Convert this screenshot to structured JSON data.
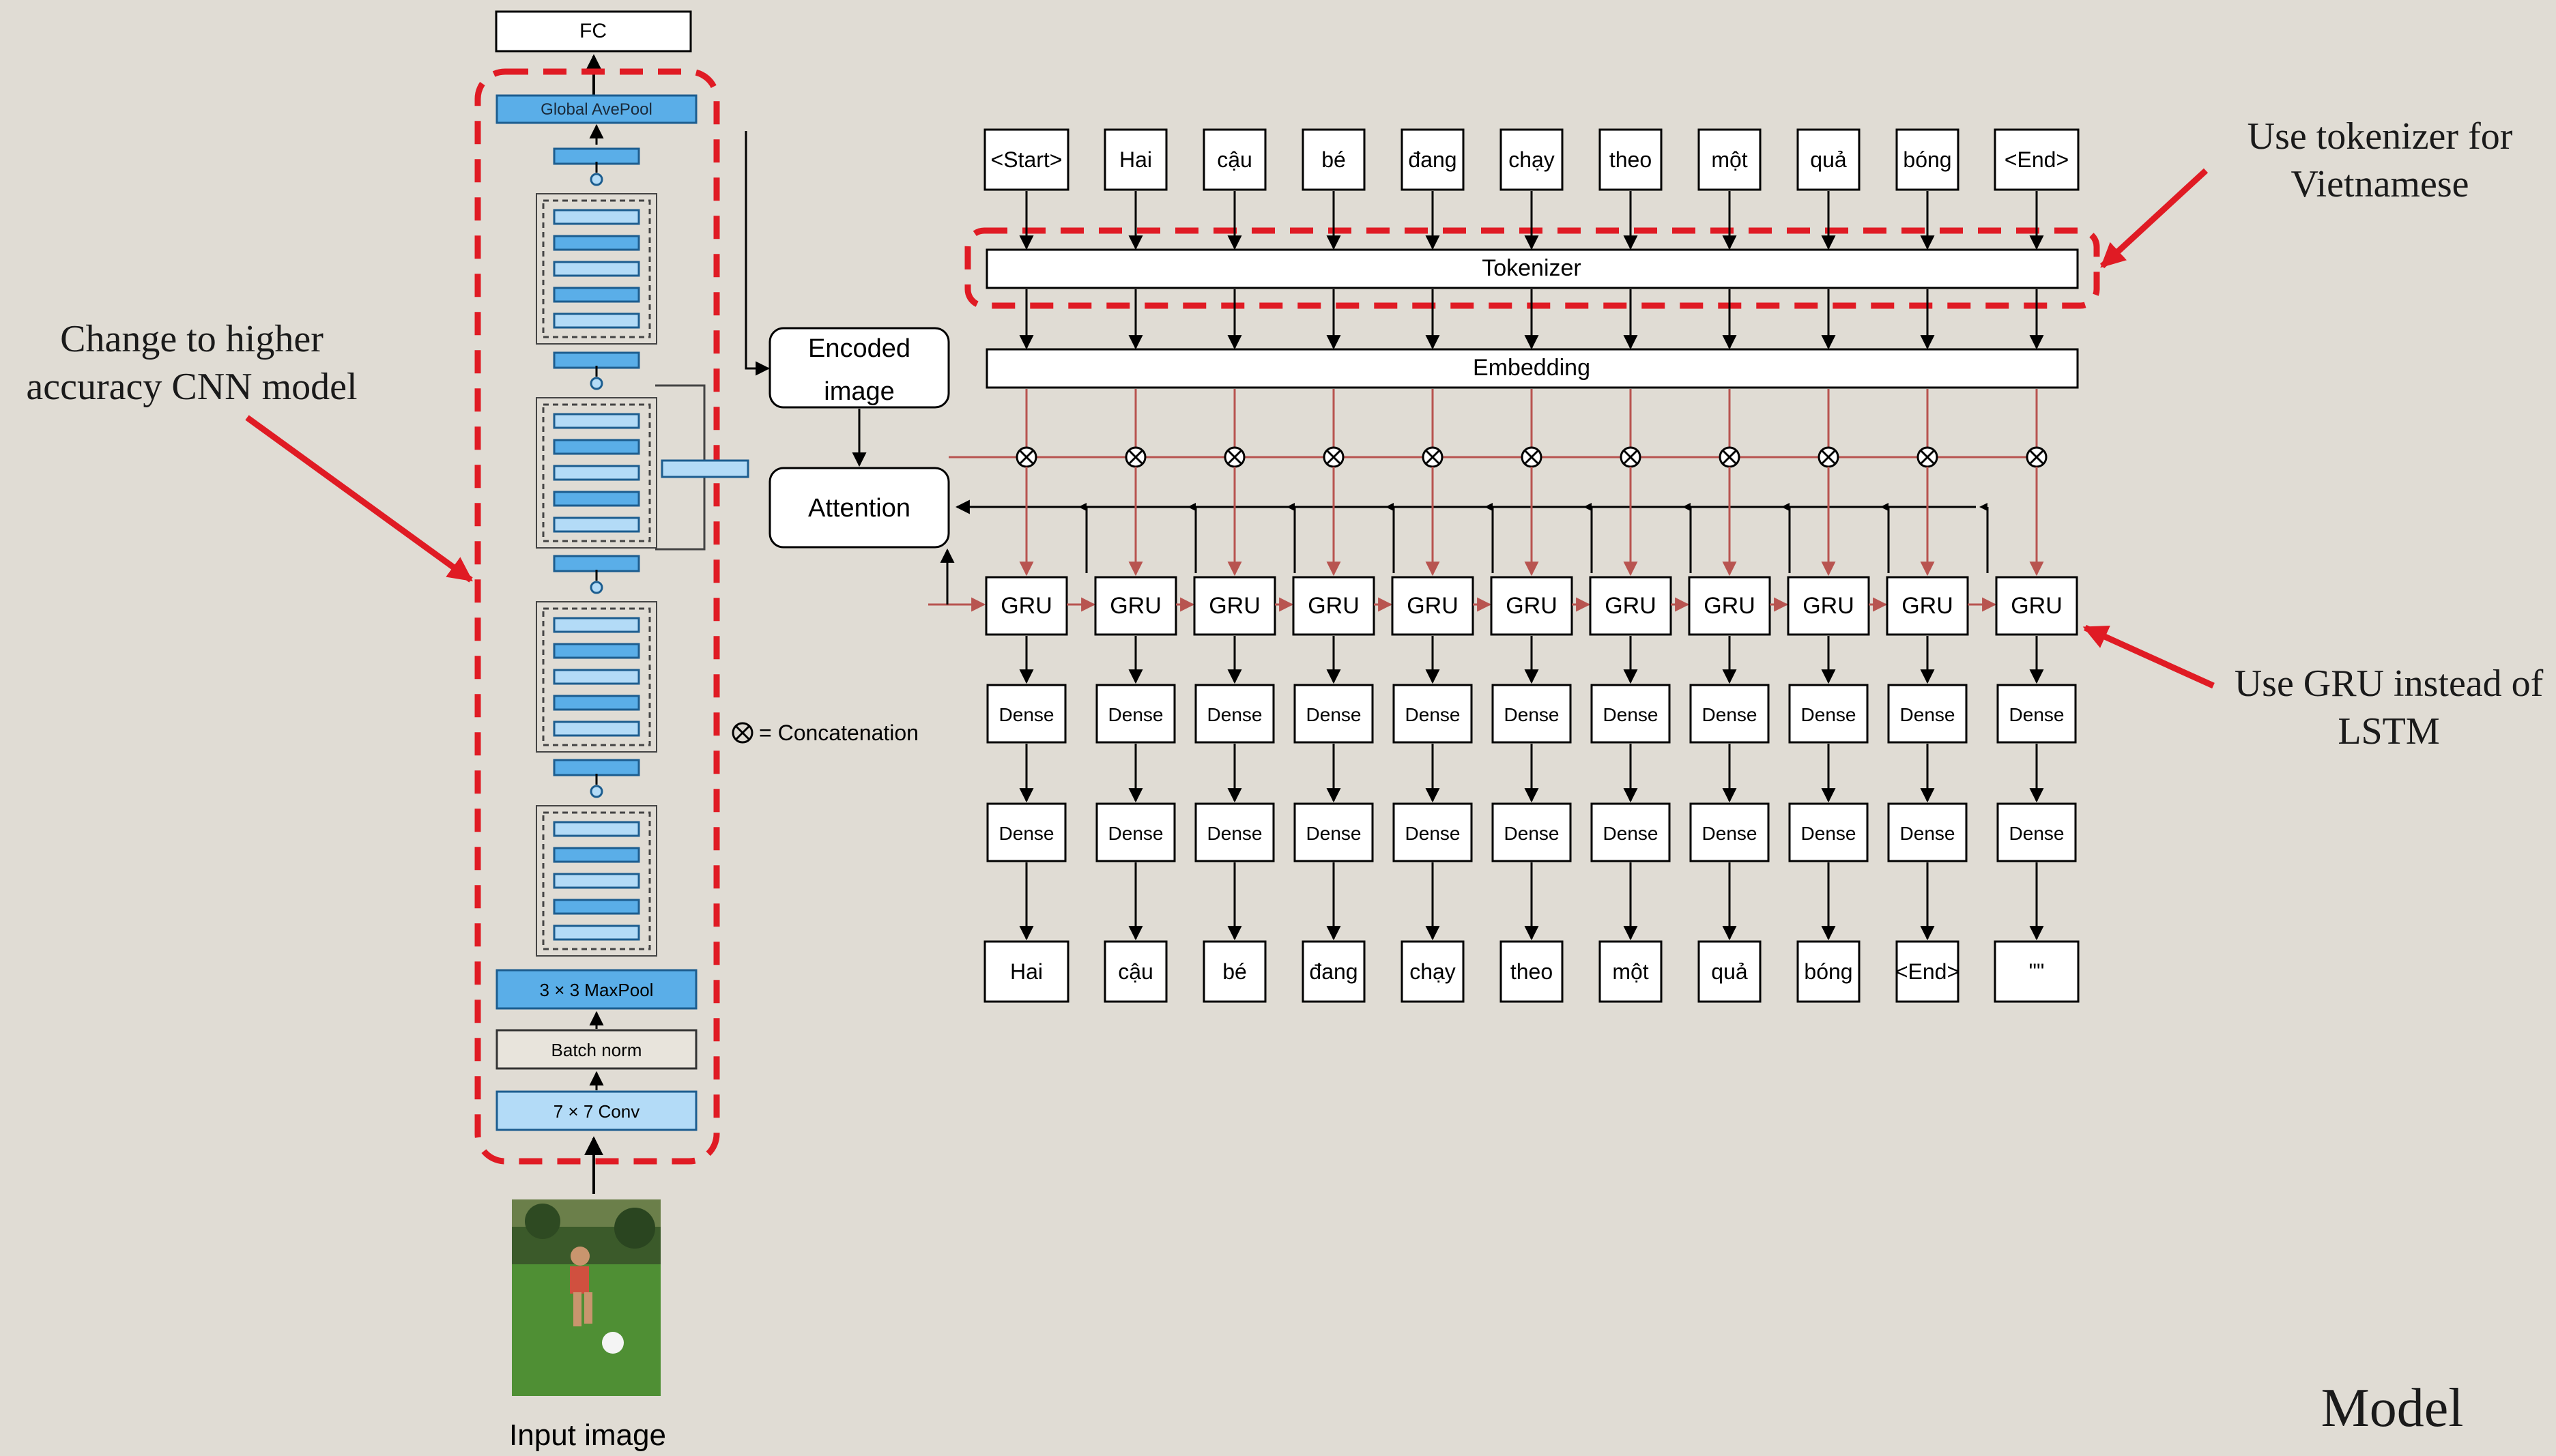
{
  "colors": {
    "background": "#e0dcd4",
    "annotation_red": "#e01b24",
    "attention_red": "#b85450",
    "block_blue": "#5aaee8",
    "block_light_blue": "#b3dbf7",
    "line_black": "#000000"
  },
  "cnn": {
    "fc": "FC",
    "global_pool": "Global AvePool",
    "maxpool": "3 × 3 MaxPool",
    "batch_norm": "Batch norm",
    "conv": "7 × 7 Conv",
    "input_caption": "Input image"
  },
  "encoded_image": [
    "Encoded",
    "image"
  ],
  "attention": "Attention",
  "tokenizer": "Tokenizer",
  "embedding": "Embedding",
  "concat_legend": "= Concatenation",
  "input_tokens": [
    "<Start>",
    "Hai",
    "cậu",
    "bé",
    "đang",
    "chạy",
    "theo",
    "một",
    "quả",
    "bóng",
    "<End>"
  ],
  "gru_label": "GRU",
  "dense_label": "Dense",
  "output_tokens": [
    "Hai",
    "cậu",
    "bé",
    "đang",
    "chạy",
    "theo",
    "một",
    "quả",
    "bóng",
    "<End>",
    "\"\""
  ],
  "annotations": {
    "cnn_note": [
      "Change to higher",
      "accuracy CNN model"
    ],
    "tokenizer_note": [
      "Use tokenizer for",
      "Vietnamese"
    ],
    "gru_note": [
      "Use GRU instead of",
      "LSTM"
    ]
  },
  "page_title": "Model"
}
